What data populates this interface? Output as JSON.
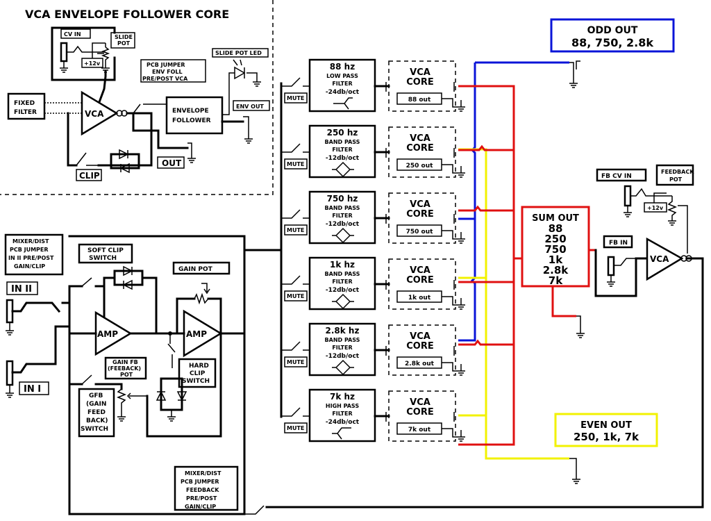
{
  "title": "VCA ENVELOPE FOLLOWER CORE",
  "env": {
    "cv_in": "CV IN",
    "slide_pot": [
      "SLIDE",
      "POT"
    ],
    "v12": "+12v",
    "jumper": [
      "PCB JUMPER",
      "ENV FOLL",
      "PRE/POST VCA"
    ],
    "slide_led": "SLIDE POT LED",
    "fixed_filter": [
      "FIXED",
      "FILTER"
    ],
    "vca": "VCA",
    "envelope": [
      "ENVELOPE",
      "FOLLOWER"
    ],
    "env_out": "ENV OUT",
    "out": "OUT",
    "clip": "CLIP"
  },
  "input": {
    "mixer_jumper_top": [
      "MIXER/DIST",
      "PCB JUMPER",
      "IN II PRE/POST",
      "GAIN/CLIP"
    ],
    "in2": "IN II",
    "in1": "IN I",
    "soft_clip": [
      "SOFT CLIP",
      "SWITCH"
    ],
    "gain_pot": "GAIN POT",
    "amp": "AMP",
    "gain_fb": [
      "GAIN FB",
      "(FEEBACK)",
      "POT"
    ],
    "hard_clip": [
      "HARD",
      "CLIP",
      "SWITCH"
    ],
    "gfb": [
      "GFB",
      "(GAIN",
      "FEED",
      "BACK)",
      "SWITCH"
    ],
    "mixer_jumper_bottom": [
      "MIXER/DIST",
      "PCB JUMPER",
      "FEEDBACK",
      "PRE/POST",
      "GAIN/CLIP"
    ]
  },
  "mute_label": "MUTE",
  "vca_core": [
    "VCA",
    "CORE"
  ],
  "bands": [
    {
      "hz": "88 hz",
      "type": "LOW PASS",
      "slope": "-24db/oct",
      "out": "88 out",
      "color": "#e01010"
    },
    {
      "hz": "250 hz",
      "type": "BAND PASS",
      "slope": "-12db/oct",
      "out": "250 out",
      "color": "#f2f200"
    },
    {
      "hz": "750 hz",
      "type": "BAND PASS",
      "slope": "-12db/oct",
      "out": "750 out",
      "color": "#0a14d8"
    },
    {
      "hz": "1k hz",
      "type": "BAND PASS",
      "slope": "-12db/oct",
      "out": "1k out",
      "color": "#f2f200"
    },
    {
      "hz": "2.8k hz",
      "type": "BAND PASS",
      "slope": "-12db/oct",
      "out": "2.8k out",
      "color": "#0a14d8"
    },
    {
      "hz": "7k hz",
      "type": "HIGH PASS",
      "slope": "-24db/oct",
      "out": "7k out",
      "color": "#f2f200"
    }
  ],
  "filter_word": "FILTER",
  "odd_out": {
    "title": "ODD OUT",
    "values": "88, 750, 2.8k",
    "color": "#0a14d8"
  },
  "even_out": {
    "title": "EVEN OUT",
    "values": "250, 1k, 7k",
    "color": "#f2f200"
  },
  "sum_out": {
    "title": "SUM OUT",
    "lines": [
      "88",
      "250",
      "750",
      "1k",
      "2.8k",
      "7k"
    ],
    "color": "#e01010"
  },
  "feedback": {
    "fb_cv_in": "FB CV IN",
    "feedback_pot": [
      "FEEDBACK",
      "POT"
    ],
    "v12": "+12v",
    "fb_in": "FB IN",
    "vca": "VCA"
  }
}
